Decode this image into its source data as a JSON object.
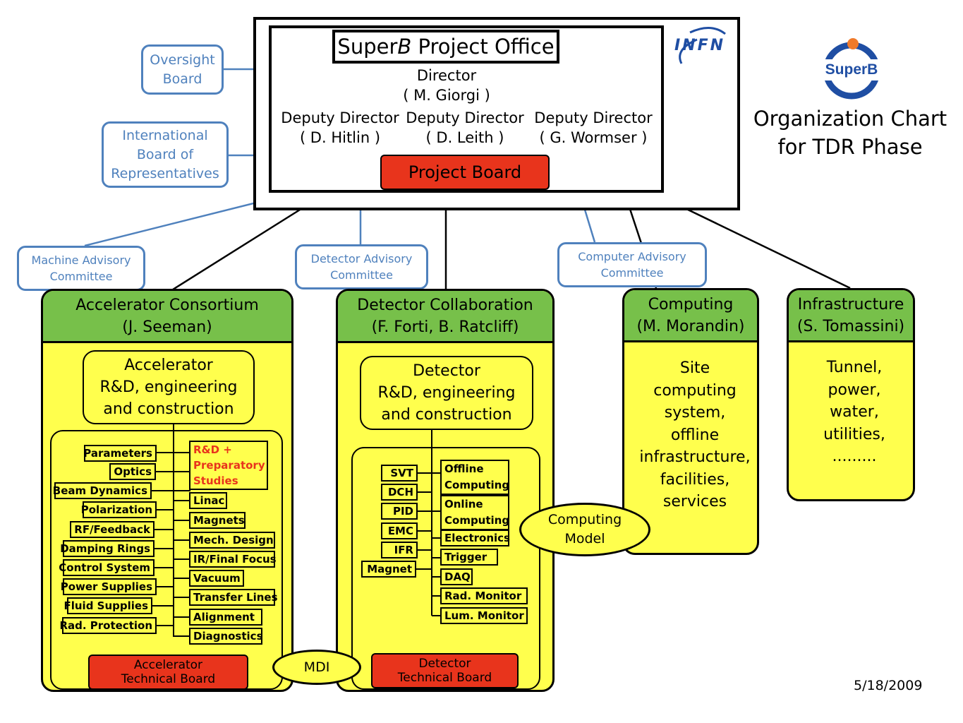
{
  "office": {
    "title_prefix": "Super",
    "title_b": "B",
    "title_suffix": " Project Office",
    "director_title": "Director",
    "director_name": "( M. Giorgi )",
    "deputies": [
      {
        "title": "Deputy Director",
        "name": "( D. Hitlin )"
      },
      {
        "title": "Deputy Director",
        "name": "( D. Leith )"
      },
      {
        "title": "Deputy Director",
        "name": "( G. Wormser )"
      }
    ],
    "project_board": "Project Board"
  },
  "logos": {
    "infn": "INFN",
    "superb": "SuperB"
  },
  "chart_title": [
    "Organization Chart",
    "for TDR Phase"
  ],
  "oversight": [
    "Oversight",
    "Board"
  ],
  "international": [
    "International",
    "Board of",
    "Representatives"
  ],
  "advisory": {
    "machine": [
      "Machine Advisory",
      "Committee"
    ],
    "detector": [
      "Detector Advisory",
      "Committee"
    ],
    "computer": [
      "Computer Advisory",
      "Committee"
    ]
  },
  "accelerator": {
    "header": [
      "Accelerator Consortium",
      "(J. Seeman)"
    ],
    "inner": [
      "Accelerator",
      "R&D, engineering",
      "and construction"
    ],
    "left_items": [
      "Parameters",
      "Optics",
      "Beam Dynamics",
      "Polarization",
      "RF/Feedback",
      "Damping Rings",
      "Control System",
      "Power Supplies",
      "Fluid Supplies",
      "Rad. Protection"
    ],
    "rd_label": [
      "R&D +",
      "Preparatory",
      "Studies"
    ],
    "right_items": [
      "Linac",
      "Magnets",
      "Mech. Design",
      "IR/Final Focus",
      "Vacuum",
      "Transfer Lines",
      "Alignment",
      "Diagnostics"
    ],
    "board": [
      "Accelerator",
      "Technical Board"
    ]
  },
  "mdi": "MDI",
  "detector": {
    "header": [
      "Detector Collaboration",
      "(F. Forti, B. Ratcliff)"
    ],
    "inner": [
      "Detector",
      "R&D, engineering",
      "and construction"
    ],
    "left_items": [
      "SVT",
      "DCH",
      "PID",
      "EMC",
      "IFR",
      "Magnet"
    ],
    "right_items": [
      "Offline Computing",
      "Online Computing",
      "Electronics",
      "Trigger",
      "DAQ",
      "Rad. Monitor",
      "Lum. Monitor"
    ],
    "right_items_split": [
      [
        "Offline",
        "Computing"
      ],
      [
        "Online",
        "Computing"
      ]
    ],
    "board": [
      "Detector",
      "Technical Board"
    ]
  },
  "computing_model": [
    "Computing",
    "Model"
  ],
  "computing": {
    "header": [
      "Computing",
      "(M. Morandin)"
    ],
    "body": [
      "Site",
      "computing",
      "system,",
      "offline",
      "infrastructure,",
      "facilities,",
      "services"
    ]
  },
  "infrastructure": {
    "header": [
      "Infrastructure",
      "(S. Tomassini)"
    ],
    "body": [
      "Tunnel,",
      "power,",
      "water,",
      "utilities,",
      "........."
    ]
  },
  "date": "5/18/2009",
  "colors": {
    "yellow": "#ffff4d",
    "green": "#77c04a",
    "red": "#e8341c",
    "blue": "#4f81bd",
    "rd_text": "#e8341c",
    "logo_blue": "#1f4ea3",
    "logo_orange": "#f07a2a"
  }
}
